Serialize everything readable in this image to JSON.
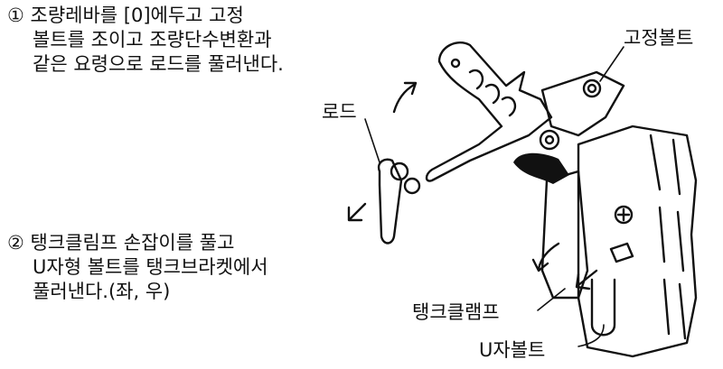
{
  "steps": [
    {
      "marker": "①",
      "lines": [
        "조량레바를 [0]에두고 고정",
        "볼트를 조이고 조량단수변환과",
        "같은 요령으로 로드를 풀러낸다."
      ]
    },
    {
      "marker": "②",
      "lines": [
        "탱크클림프 손잡이를 풀고",
        "U자형 볼트를 탱크브라켓에서",
        "풀러낸다.(좌, 우)"
      ]
    }
  ],
  "callouts": {
    "fixing_bolt": "고정볼트",
    "rod": "로드",
    "tank_clamp": "탱크클램프",
    "u_bolt": "U자볼트"
  }
}
